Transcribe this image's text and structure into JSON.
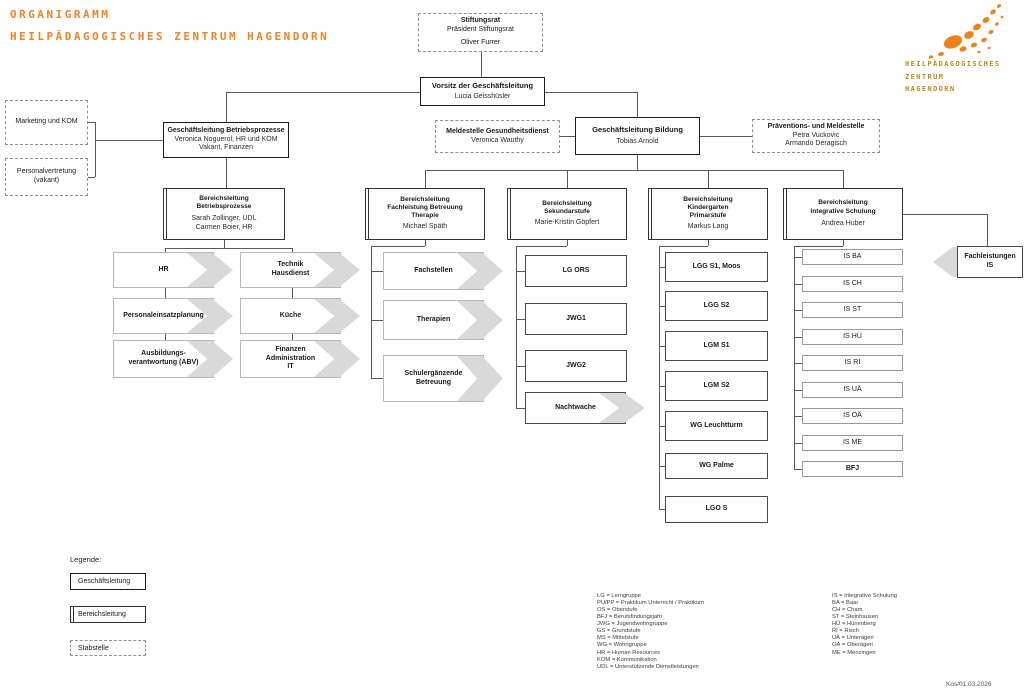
{
  "header": {
    "title_line1": "ORGANIGRAMM",
    "title_line2": "HEILPÄDAGOGISCHES ZENTRUM HAGENDORN"
  },
  "logo": {
    "text_line1": "HEILPÄDAGOGISCHES",
    "text_line2": "ZENTRUM",
    "text_line3": "HAGENDORN"
  },
  "colors": {
    "title_orange": "#F58220",
    "logo_gold": "#BE8A0E",
    "connector_gray": "#595959",
    "chevron_gray": "#D9D9D9"
  },
  "nodes": {
    "stiftungsrat": {
      "title": "Stiftungsrat",
      "subtitle": "Präsident Stiftungsrat",
      "person": "Oliver Furrer"
    },
    "vorsitz": {
      "title": "Vorsitz der Geschäftsleitung",
      "person": "Lucia Geisshüsler"
    },
    "marketing": {
      "title": "Marketing und KOM"
    },
    "personalvertretung": {
      "title": "Personalvertretung",
      "subtitle": "(vakant)"
    },
    "gl_betriebsprozesse": {
      "title": "Geschäftsleitung Betriebsprozesse",
      "persons": "Veronica Noguerol, HR und KOM\nVakant, Finanzen"
    },
    "meldestelle_gesundheitsdienst": {
      "title": "Meldestelle Gesundheitsdienst",
      "person": "Veronica Wauthy"
    },
    "gl_bildung": {
      "title": "Geschäftsleitung Bildung",
      "person": "Tobias Arnold"
    },
    "praeventions_meldestelle": {
      "title": "Präventions- und Meldestelle",
      "persons": "Petra Vuckovic\nArmando Deragisch"
    },
    "bl_betriebsprozesse": {
      "title": "Bereichsleitung\nBetriebsprozesse",
      "persons": "Sarah Zollinger, UDL\nCarmen Boier, HR"
    },
    "bl_fachleistung": {
      "title": "Bereichsleitung\nFachleistung Betreuung\nTherapie",
      "persons": "Michael Späth"
    },
    "bl_sekundarstufe": {
      "title": "Bereichsleitung\nSekundarstufe",
      "persons": "Marie-Kristin Göpfert"
    },
    "bl_kindergarten_primarstufe": {
      "title": "Bereichsleitung\nKindergarten\nPrimarstufe",
      "persons": "Markus Lang"
    },
    "bl_integrative_schulung": {
      "title": "Bereichsleitung\nIntegrative Schulung",
      "persons": "Andrea Huber"
    },
    "fachleistungen_is": {
      "title": "Fachleistungen\nIS"
    }
  },
  "units": {
    "betriebsprozesse": [
      "HR",
      "Technik\nHausdienst",
      "Personaleinsatzplanung",
      "Küche",
      "Ausbildungs-\nverantwortung (ABV)",
      "Finanzen\nAdministration\nIT"
    ],
    "fachleistung": [
      "Fachstellen",
      "Therapien",
      "Schulergänzende\nBetreuung"
    ],
    "sekundarstufe": [
      "LG ORS",
      "JWG1",
      "JWG2",
      "Nachtwache"
    ],
    "kindergarten_primarstufe": [
      "LGG S1, Moos",
      "LGG S2",
      "LGM S1",
      "LGM S2",
      "WG Leuchtturm",
      "WG Palme",
      "LGO S"
    ],
    "integrative_schulung": [
      "IS BA",
      "IS CH",
      "IS ST",
      "IS HÜ",
      "IS RI",
      "IS UÄ",
      "IS OÄ",
      "IS ME",
      "BFJ"
    ]
  },
  "legend": {
    "heading": "Legende:",
    "items": [
      "Geschäftsleitung",
      "Bereichsleitung",
      "Stabstelle"
    ]
  },
  "abbreviations": {
    "center": [
      "LG = Lerngruppe",
      "PU/PP = Praktikum Unterricht / Praktikum",
      "OS = Oberstufe",
      "BFJ = Berufsfindungsjahr",
      "JWG = Jugendwohngruppe",
      "GS = Grundstufe",
      "MS = Mittelstufe",
      "WG = Wohngruppe",
      "HR = Human Resources",
      "KOM = Kommunikation",
      "UDL = Unterstützende Dienstleistungen"
    ],
    "right": [
      "IS = Integrative Schulung",
      "BA = Baar",
      "CH = Cham",
      "ST = Steinhausen",
      "HÜ = Hünenberg",
      "RI = Risch",
      "UÄ = Unterägeri",
      "OÄ = Oberägeri",
      "ME = Menzingen"
    ]
  },
  "footer": {
    "note": "Kos/01.03.2026"
  }
}
